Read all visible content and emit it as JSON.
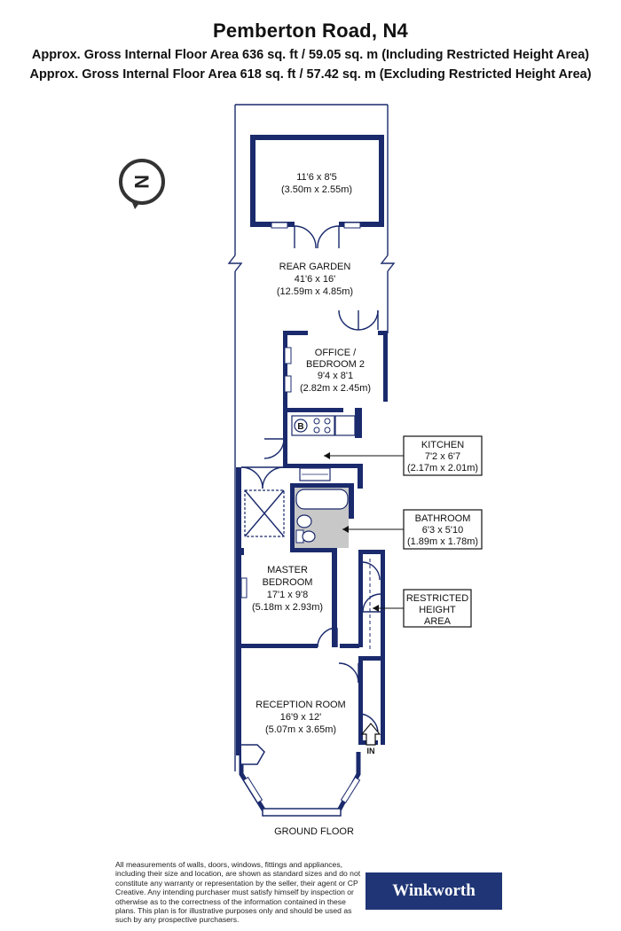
{
  "header": {
    "title": "Pemberton Road, N4",
    "area_including": "Approx. Gross Internal Floor Area 636 sq. ft / 59.05 sq. m (Including Restricted Height Area)",
    "area_excluding": "Approx. Gross Internal Floor Area 618 sq. ft / 57.42 sq. m (Excluding Restricted Height Area)"
  },
  "compass": {
    "letter": "N"
  },
  "rooms": {
    "outbuilding": {
      "dim_imperial": "11'6 x 8'5",
      "dim_metric": "(3.50m x 2.55m)"
    },
    "garden": {
      "name": "REAR GARDEN",
      "dim_imperial": "41'6 x 16'",
      "dim_metric": "(12.59m x 4.85m)"
    },
    "office": {
      "name1": "OFFICE /",
      "name2": "BEDROOM 2",
      "dim_imperial": "9'4 x 8'1",
      "dim_metric": "(2.82m x 2.45m)"
    },
    "kitchen": {
      "name": "KITCHEN",
      "dim_imperial": "7'2 x 6'7",
      "dim_metric": "(2.17m x 2.01m)"
    },
    "bathroom": {
      "name": "BATHROOM",
      "dim_imperial": "6'3 x 5'10",
      "dim_metric": "(1.89m x 1.78m)"
    },
    "restricted": {
      "line1": "RESTRICTED",
      "line2": "HEIGHT",
      "line3": "AREA"
    },
    "master": {
      "name1": "MASTER",
      "name2": "BEDROOM",
      "dim_imperial": "17'1 x 9'8",
      "dim_metric": "(5.18m x 2.93m)"
    },
    "reception": {
      "name": "RECEPTION ROOM",
      "dim_imperial": "16'9 x 12'",
      "dim_metric": "(5.07m x 3.65m)"
    }
  },
  "boiler_label": "B",
  "entrance_label": "IN",
  "floor_label": "GROUND FLOOR",
  "disclaimer": "All measurements of walls, doors, windows, fittings and appliances, including their size and location, are shown as standard sizes and do not constitute any warranty or representation by the seller, their agent or CP Creative. Any intending purchaser must satisfy himself by inspection or otherwise as to the correctness of the information contained in these plans. This plan is for illustrative purposes only and should be used as such by any prospective purchasers.",
  "logo_text": "Winkworth",
  "colors": {
    "wall": "#1a2a6c",
    "logo_bg": "#1f3575",
    "fixture_grey": "#c8c8c8"
  }
}
